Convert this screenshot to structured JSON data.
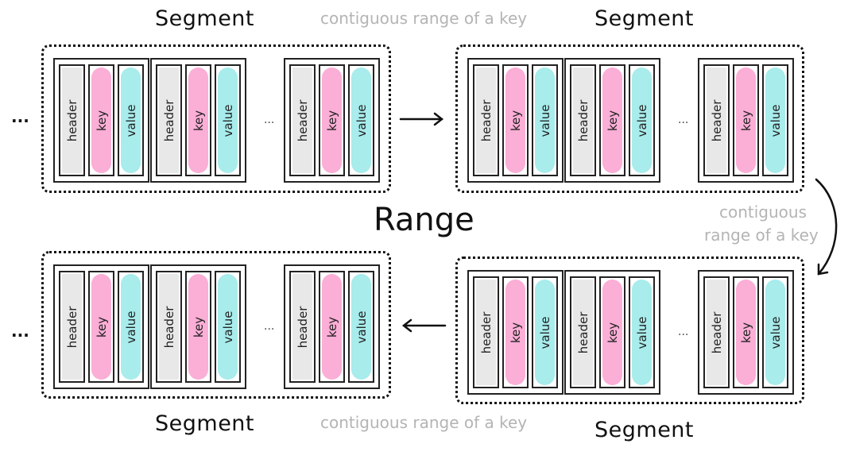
{
  "diagram": {
    "title": "Range",
    "segment_label": "Segment",
    "note_label": "contiguous range of a key",
    "note_label_wrapped": [
      "contiguous",
      "range of a key"
    ],
    "outer_ellipsis": "...",
    "inner_ellipsis": "...",
    "field_labels": {
      "header": "header",
      "key": "key",
      "value": "value"
    },
    "colors": {
      "header": "#e8e8e8",
      "key": "#fbaed6",
      "value": "#a8ecec",
      "note": "#b4b4b4",
      "ink": "#111111"
    },
    "segments": [
      {
        "id": "top-left",
        "label": "Segment",
        "records": 3
      },
      {
        "id": "top-right",
        "label": "Segment",
        "records": 3
      },
      {
        "id": "bottom-right",
        "label": "Segment",
        "records": 3
      },
      {
        "id": "bottom-left",
        "label": "Segment",
        "records": 3
      }
    ],
    "flow": [
      "top-left",
      "top-right",
      "bottom-right",
      "bottom-left"
    ]
  }
}
